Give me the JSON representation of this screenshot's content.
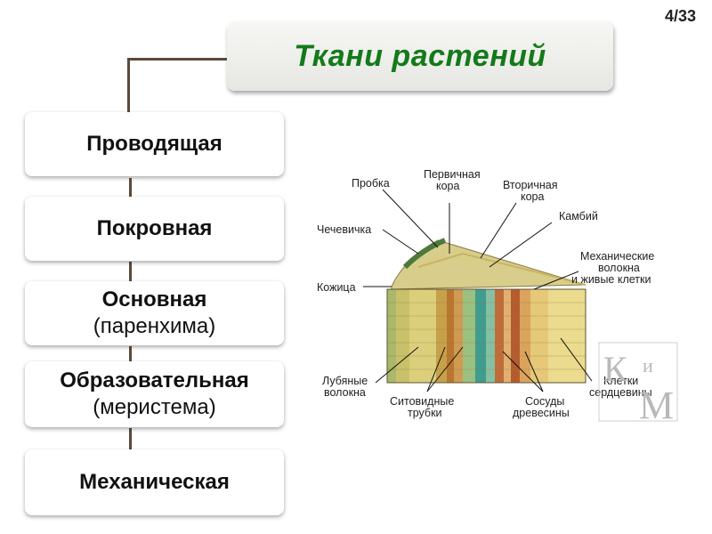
{
  "slide_counter": "4/33",
  "title": "Ткани растений",
  "tissues": [
    {
      "main": "Проводящая",
      "sub": ""
    },
    {
      "main": "Покровная",
      "sub": ""
    },
    {
      "main": "Основная",
      "sub": "(паренхима)"
    },
    {
      "main": "Образовательная",
      "sub": "(меристема)"
    },
    {
      "main": "Механическая",
      "sub": ""
    }
  ],
  "diagram": {
    "labels": {
      "probka": "Пробка",
      "pervichnaya_1": "Первичная",
      "pervichnaya_2": "кора",
      "vtorichnaya_1": "Вторичная",
      "vtorichnaya_2": "кора",
      "kambiy": "Камбий",
      "chechevichka": "Чечевичка",
      "mekh_1": "Механические",
      "mekh_2": "волокна",
      "mekh_3": "и живые клетки",
      "kozhitsa": "Кожица",
      "lub_1": "Лубяные",
      "lub_2": "волокна",
      "sito_1": "Ситовидные",
      "sito_2": "трубки",
      "sosudy_1": "Сосуды",
      "sosudy_2": "древесины",
      "kletki_1": "Клетки",
      "kletki_2": "сердцевины"
    },
    "watermark": {
      "k": "К",
      "i": "и",
      "m": "М"
    }
  }
}
